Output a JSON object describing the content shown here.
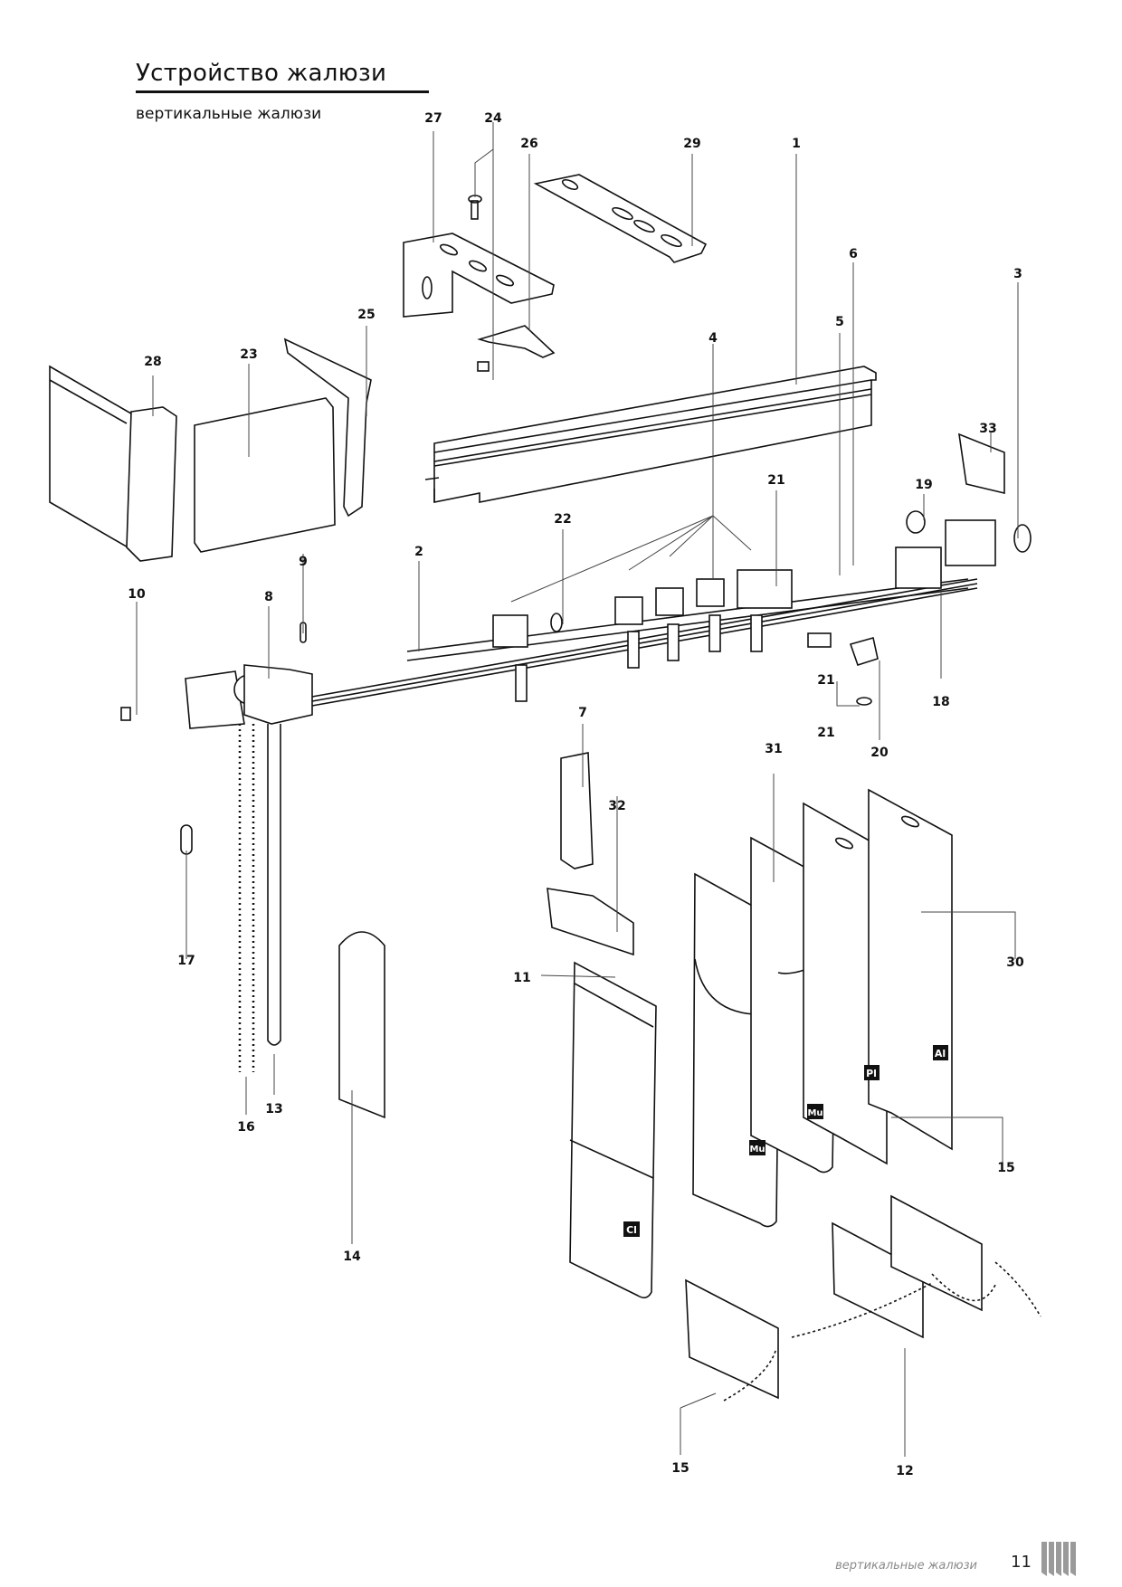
{
  "header": {
    "title": "Устройство жалюзи",
    "subtitle": "вертикальные жалюзи"
  },
  "diagram": {
    "labels": {
      "l1": "1",
      "l2": "2",
      "l3": "3",
      "l4": "4",
      "l5": "5",
      "l6": "6",
      "l7": "7",
      "l8": "8",
      "l9": "9",
      "l10": "10",
      "l11": "11",
      "l12": "12",
      "l13": "13",
      "l14": "14",
      "l15a": "15",
      "l15b": "15",
      "l16": "16",
      "l17": "17",
      "l18": "18",
      "l19": "19",
      "l20": "20",
      "l21a": "21",
      "l21b": "21",
      "l21c": "21",
      "l22": "22",
      "l23": "23",
      "l24": "24",
      "l25": "25",
      "l26": "26",
      "l27": "27",
      "l28": "28",
      "l29": "29",
      "l30": "30",
      "l31": "31",
      "l32": "32",
      "l33": "33"
    },
    "material_tags": {
      "cl": "Cl",
      "mu1": "Mu",
      "mu2": "Mu",
      "pl": "Pl",
      "al": "Al"
    }
  },
  "footer": {
    "section": "вертикальные жалюзи",
    "page_number": "11"
  }
}
